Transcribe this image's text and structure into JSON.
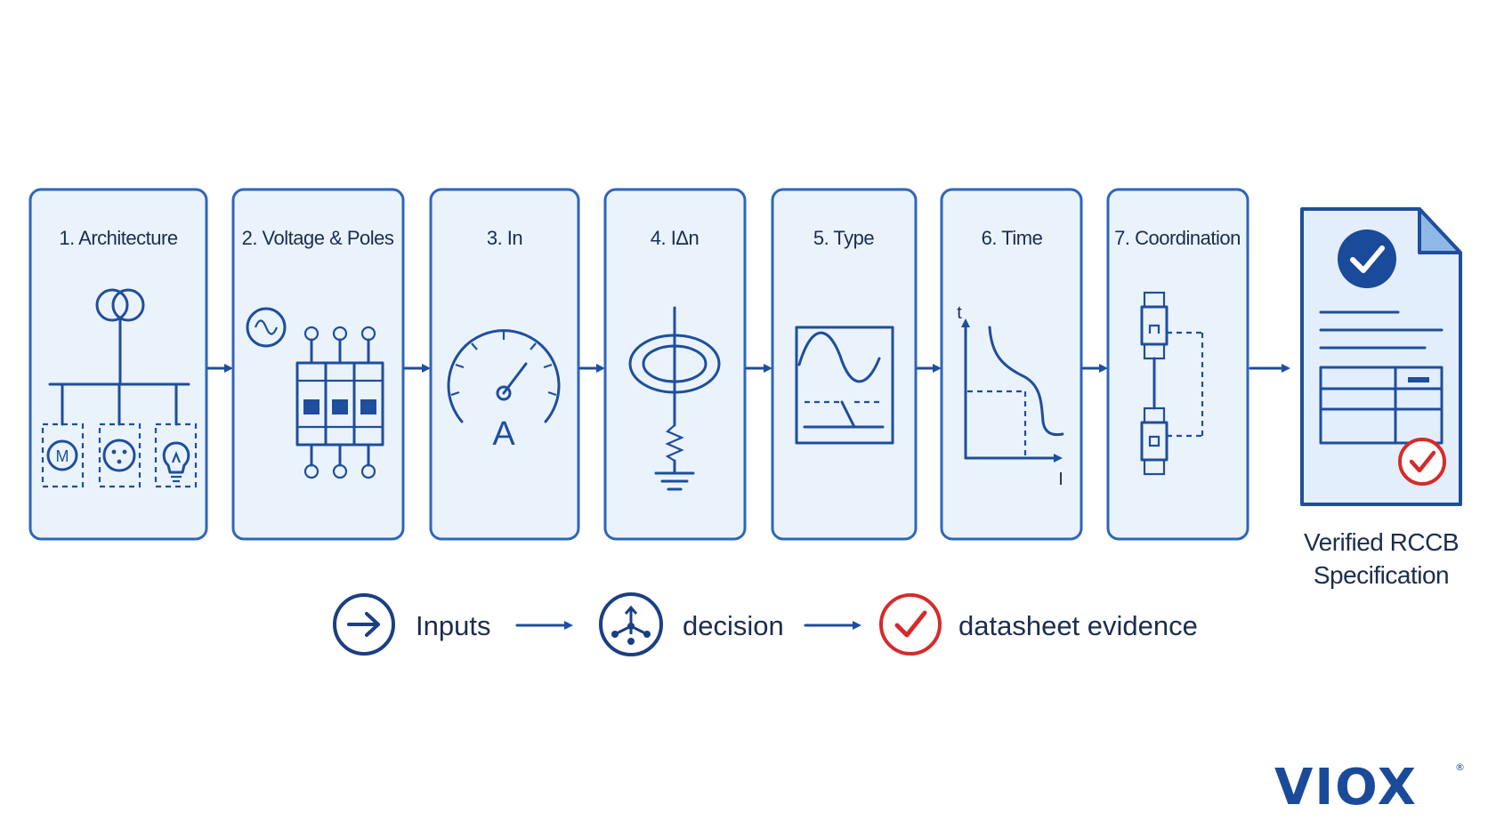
{
  "steps": [
    {
      "label": "1. Architecture"
    },
    {
      "label": "2. Voltage & Poles"
    },
    {
      "label": "3. In"
    },
    {
      "label": "4. IΔn"
    },
    {
      "label": "5. Type"
    },
    {
      "label": "6. Time"
    },
    {
      "label": "7. Coordination"
    }
  ],
  "icon_labels": {
    "motor": "M",
    "ammeter": "A",
    "time_axis": "t",
    "current_axis": "I"
  },
  "result": {
    "line1": "Verified RCCB",
    "line2": "Specification"
  },
  "legend": {
    "inputs": "Inputs",
    "decision": "decision",
    "evidence": "datasheet evidence"
  },
  "brand": {
    "name": "VIOX",
    "mark": "®"
  },
  "colors": {
    "accent_blue": "#1f4e9c",
    "card_fill": "#eaf3fc",
    "card_border": "#2e66b8",
    "check_red": "#d62b2b",
    "text_dark": "#1b2d4f"
  }
}
